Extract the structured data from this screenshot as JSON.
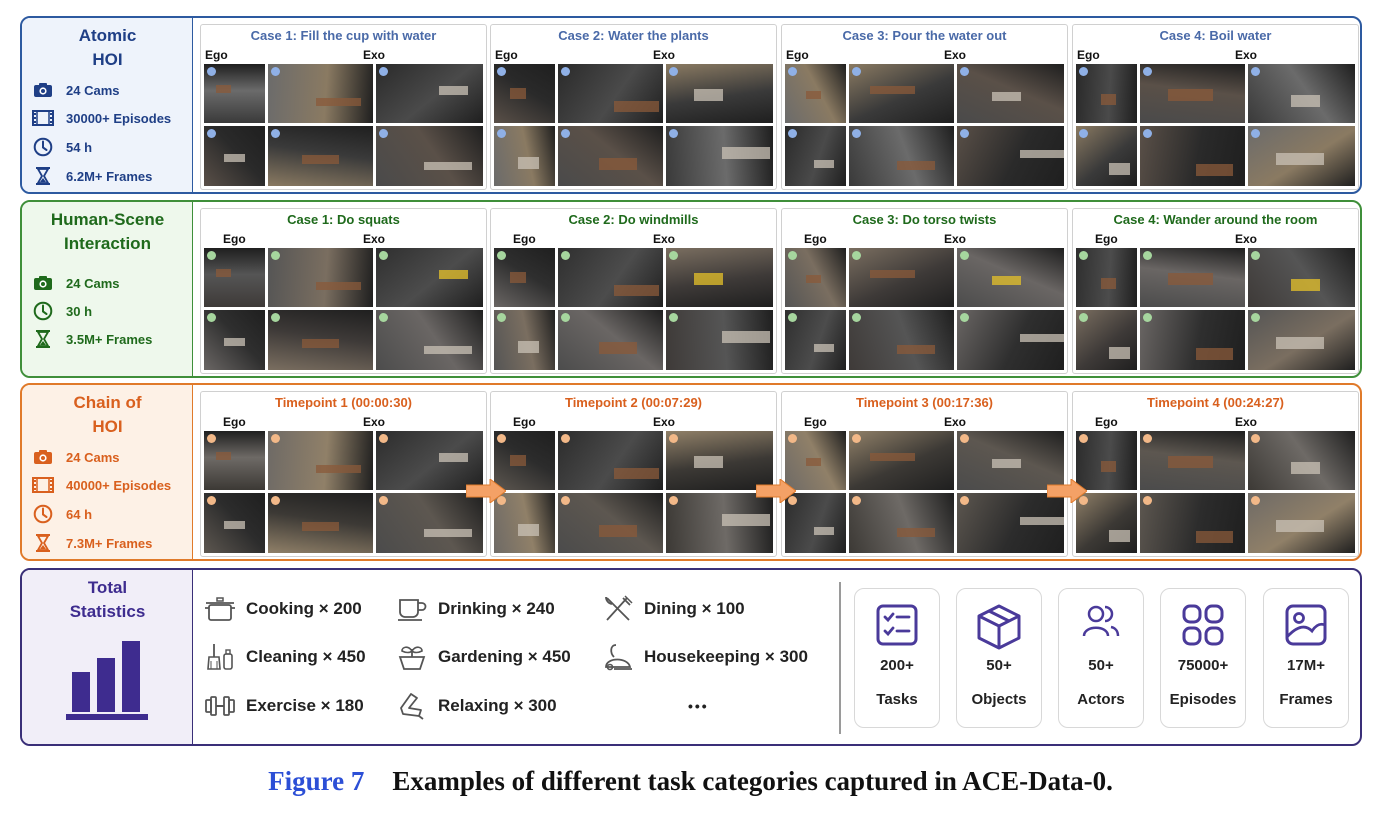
{
  "sections": [
    {
      "id": "atomic",
      "title_lines": [
        "Atomic",
        "HOI"
      ],
      "stats": [
        {
          "icon": "camera-icon",
          "text": "24 Cams"
        },
        {
          "icon": "film-icon",
          "text": "30000+ Episodes"
        },
        {
          "icon": "clock-icon",
          "text": "54 h"
        },
        {
          "icon": "hourglass-icon",
          "text": "6.2M+ Frames"
        }
      ],
      "cases": [
        {
          "title": "Case 1: Fill the cup with water",
          "ego": "Ego",
          "exo": "Exo"
        },
        {
          "title": "Case 2: Water the plants",
          "ego": "Ego",
          "exo": "Exo"
        },
        {
          "title": "Case 3: Pour the water out",
          "ego": "Ego",
          "exo": "Exo"
        },
        {
          "title": "Case 4: Boil water",
          "ego": "Ego",
          "exo": "Exo"
        }
      ]
    },
    {
      "id": "human-scene",
      "title_lines": [
        "Human-Scene",
        "Interaction"
      ],
      "stats": [
        {
          "icon": "camera-icon",
          "text": "24 Cams"
        },
        {
          "icon": "clock-icon",
          "text": "30 h"
        },
        {
          "icon": "hourglass-icon",
          "text": "3.5M+ Frames"
        }
      ],
      "cases": [
        {
          "title": "Case 1: Do squats",
          "ego": "Ego",
          "exo": "Exo"
        },
        {
          "title": "Case 2: Do windmills",
          "ego": "Ego",
          "exo": "Exo"
        },
        {
          "title": "Case 3: Do torso twists",
          "ego": "Ego",
          "exo": "Exo"
        },
        {
          "title": "Case 4: Wander around the room",
          "ego": "Ego",
          "exo": "Exo"
        }
      ]
    },
    {
      "id": "chain",
      "title_lines": [
        "Chain of",
        "HOI"
      ],
      "stats": [
        {
          "icon": "camera-icon",
          "text": "24 Cams"
        },
        {
          "icon": "film-icon",
          "text": "40000+ Episodes"
        },
        {
          "icon": "clock-icon",
          "text": "64 h"
        },
        {
          "icon": "hourglass-icon",
          "text": "7.3M+ Frames"
        }
      ],
      "cases": [
        {
          "title": "Timepoint 1 (00:00:30)",
          "ego": "Ego",
          "exo": "Exo"
        },
        {
          "title": "Timepoint 2 (00:07:29)",
          "ego": "Ego",
          "exo": "Exo"
        },
        {
          "title": "Timepoint 3 (00:17:36)",
          "ego": "Ego",
          "exo": "Exo"
        },
        {
          "title": "Timepoint 4 (00:24:27)",
          "ego": "Ego",
          "exo": "Exo"
        }
      ]
    }
  ],
  "total": {
    "title_lines": [
      "Total",
      "Statistics"
    ],
    "categories": [
      {
        "icon": "pot-icon",
        "text": "Cooking × 200"
      },
      {
        "icon": "cup-icon",
        "text": "Drinking × 240"
      },
      {
        "icon": "utensils-icon",
        "text": "Dining × 100"
      },
      {
        "icon": "broom-icon",
        "text": "Cleaning × 450"
      },
      {
        "icon": "plant-icon",
        "text": "Gardening × 450"
      },
      {
        "icon": "vacuum-icon",
        "text": "Housekeeping × 300"
      },
      {
        "icon": "dumbbell-icon",
        "text": "Exercise × 180"
      },
      {
        "icon": "seat-icon",
        "text": "Relaxing × 300"
      },
      {
        "icon": "",
        "text": "•••"
      }
    ],
    "cards": [
      {
        "icon": "checklist-icon",
        "value": "200+",
        "label": "Tasks"
      },
      {
        "icon": "box-icon",
        "value": "50+",
        "label": "Objects"
      },
      {
        "icon": "users-icon",
        "value": "50+",
        "label": "Actors"
      },
      {
        "icon": "grid-icon",
        "value": "75000+",
        "label": "Episodes"
      },
      {
        "icon": "image-icon",
        "value": "17M+",
        "label": "Frames"
      }
    ]
  },
  "colors": {
    "atomic": "#2d5aa0",
    "atomic_title": "#1f3f86",
    "atomic_case": "#4a6aa8",
    "human": "#3f8f3a",
    "human_title": "#1f6a1c",
    "chain": "#e07a2a",
    "chain_title": "#d9601e",
    "total": "#3a2f78",
    "total_title": "#3e2c8f",
    "arrow": "#f4a166"
  },
  "caption": {
    "figure": "Figure 7",
    "text": "Examples of different task categories captured in ACE-Data-0."
  }
}
